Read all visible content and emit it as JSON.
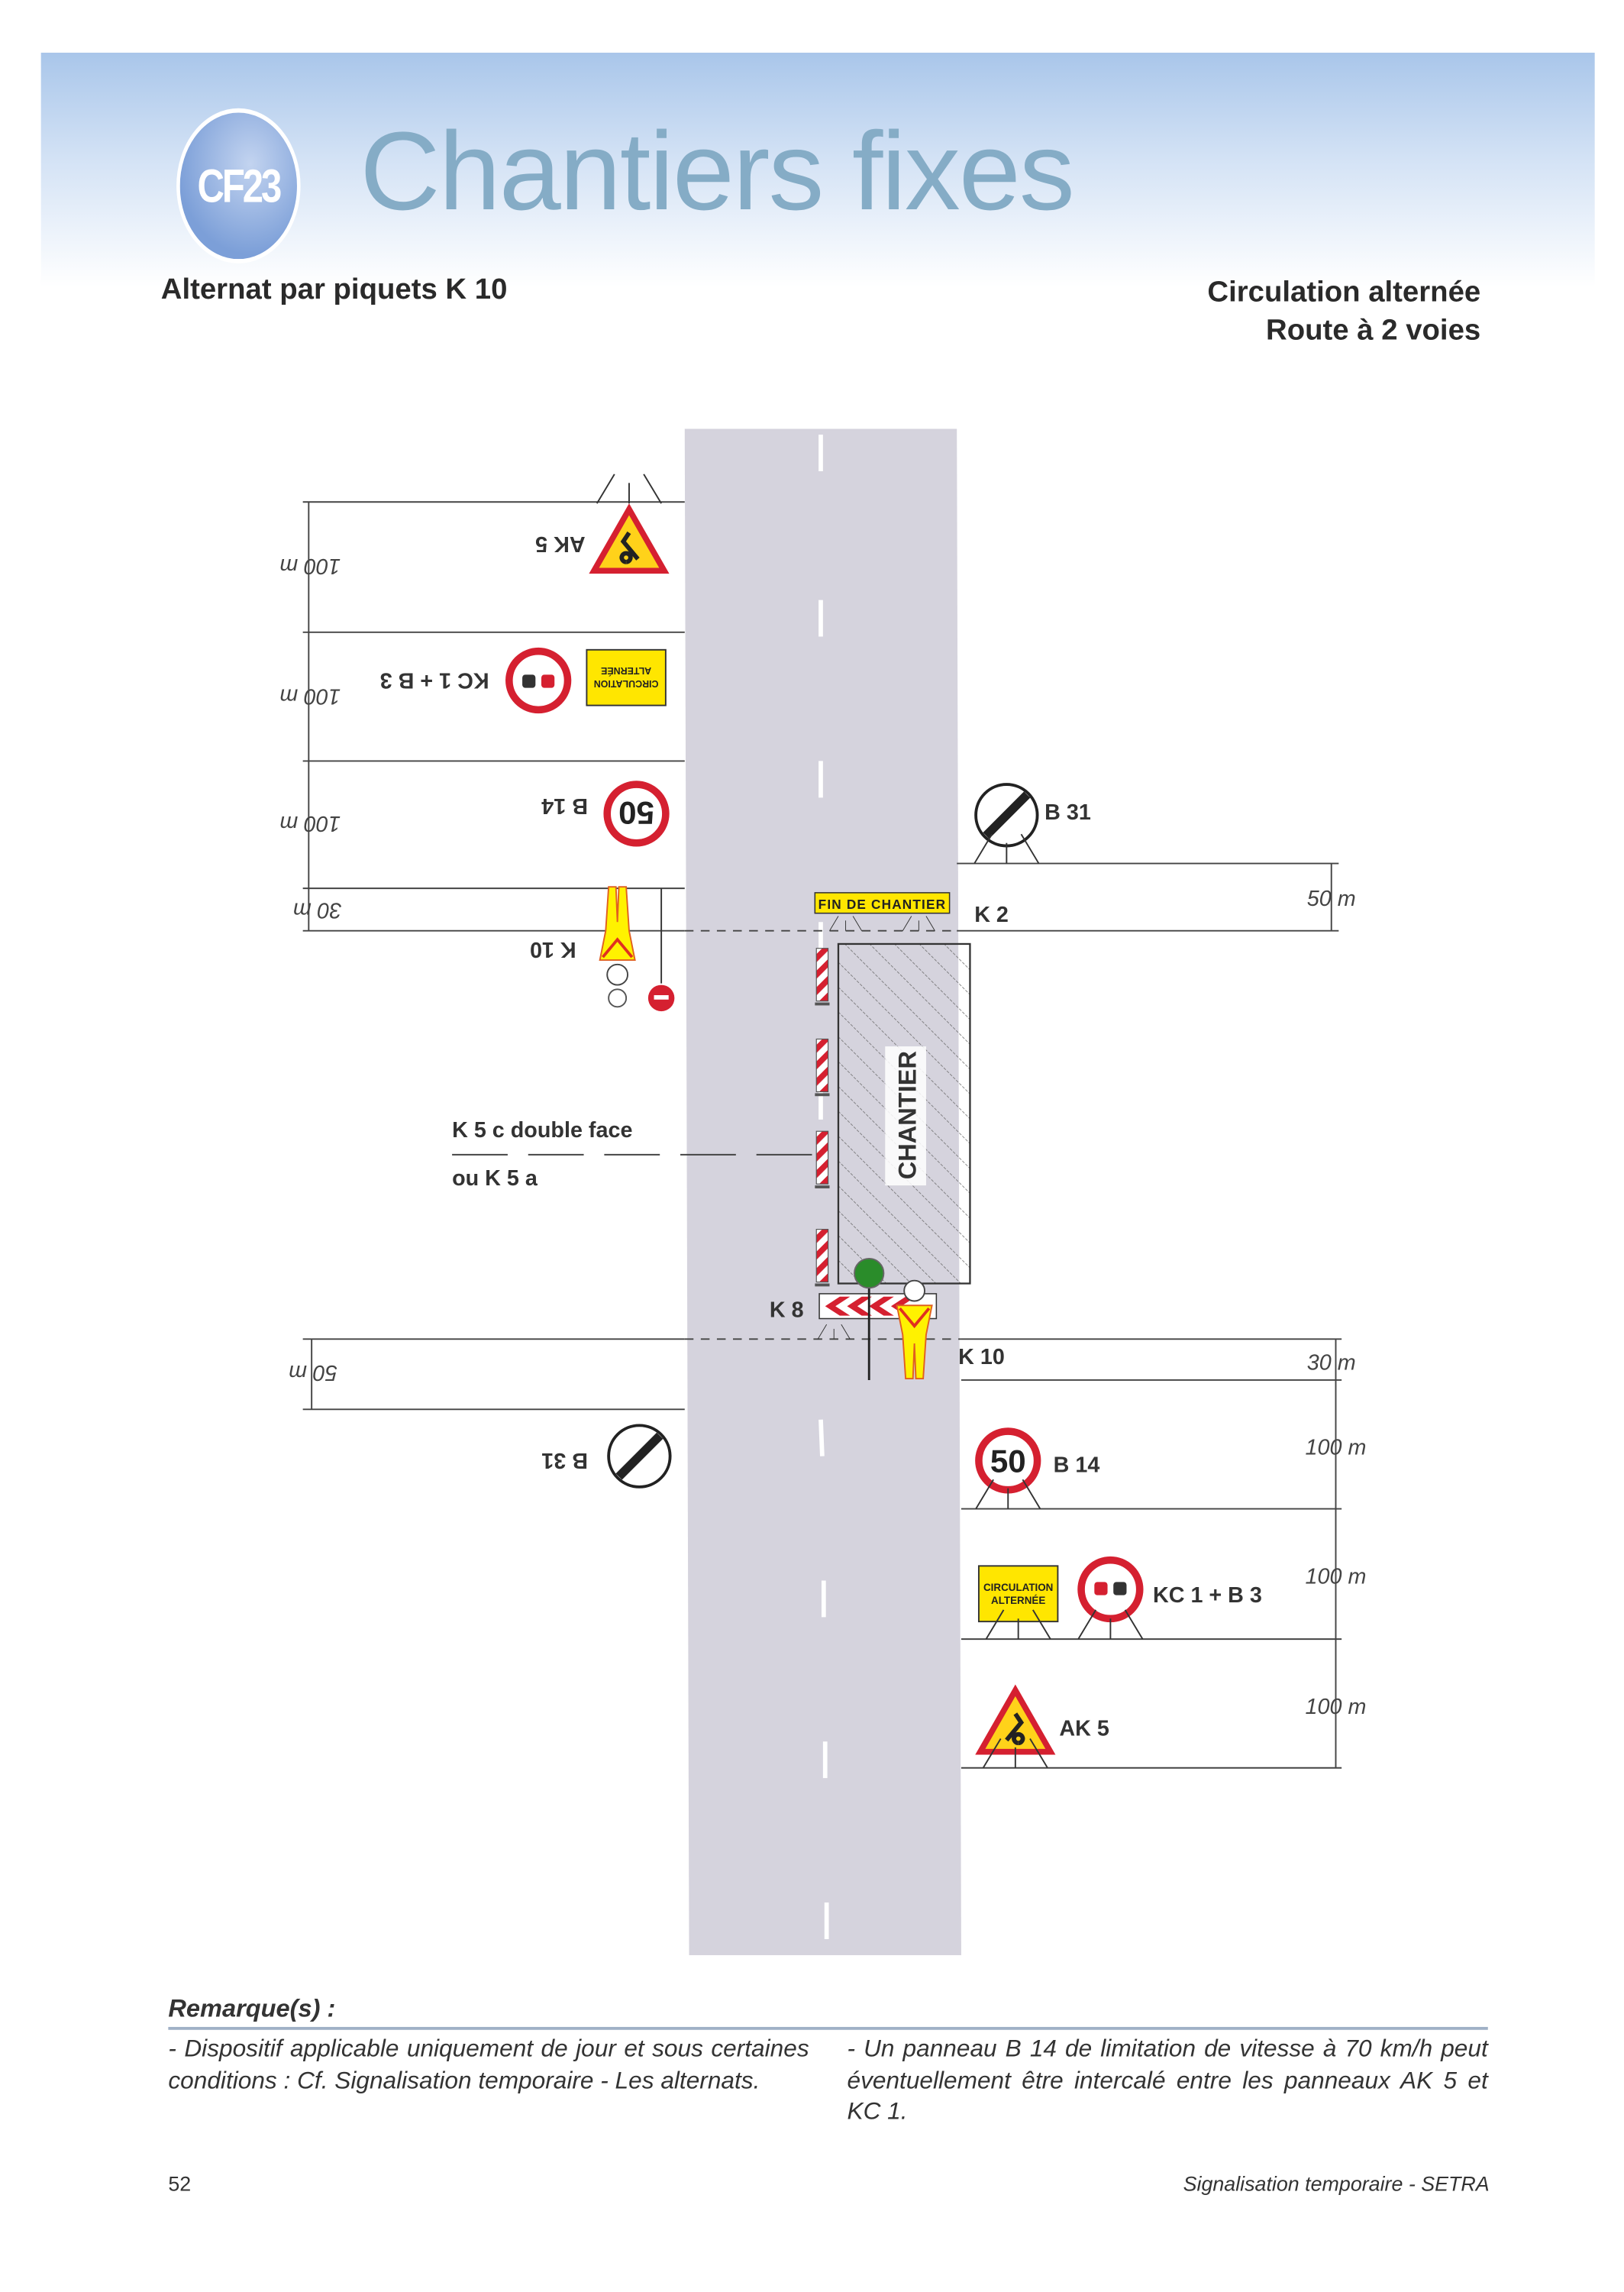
{
  "header": {
    "badge": "CF23",
    "title": "Chantiers fixes",
    "subtitle_left": "Alternat par piquets K 10",
    "subtitle_right_1": "Circulation alternée",
    "subtitle_right_2": "Route à 2 voies"
  },
  "diagram": {
    "left": {
      "dist": [
        "100 m",
        "100 m",
        "100 m",
        "30 m"
      ],
      "signs": [
        "AK 5",
        "KC 1 + B 3",
        "B 14",
        "K 10"
      ],
      "bottom_dist": "50 m",
      "bottom_sign": "B 31"
    },
    "right": {
      "top_sign": "B 31",
      "top_dist": "50 m",
      "k2": "K 2",
      "fin_de_chantier": "FIN DE CHANTIER",
      "k8": "K 8",
      "k10": "K 10",
      "dist": [
        "30 m",
        "100 m",
        "100 m",
        "100 m"
      ],
      "signs": [
        "B 14",
        "KC 1 + B 3",
        "AK 5"
      ]
    },
    "chantier": "CHANTIER",
    "k5_label_1": "K 5 c double face",
    "k5_label_2": "ou K 5 a",
    "speed": "50",
    "circ_alt_1": "CIRCULATION",
    "circ_alt_2": "ALTERNÉE"
  },
  "colors": {
    "road": "#d5d3dd",
    "red": "#d52030",
    "yellow": "#ffe600",
    "title": "#85acc6"
  },
  "remarks": {
    "title": "Remarque(s) :",
    "left": "- Dispositif applicable uniquement de jour et sous certaines conditions : Cf. Signalisation temporaire - Les alternats.",
    "right": "- Un panneau B 14 de limitation de vitesse à 70 km/h peut éventuellement être intercalé entre les panneaux AK 5 et KC 1."
  },
  "footer": {
    "page": "52",
    "source": "Signalisation temporaire - SETRA"
  }
}
